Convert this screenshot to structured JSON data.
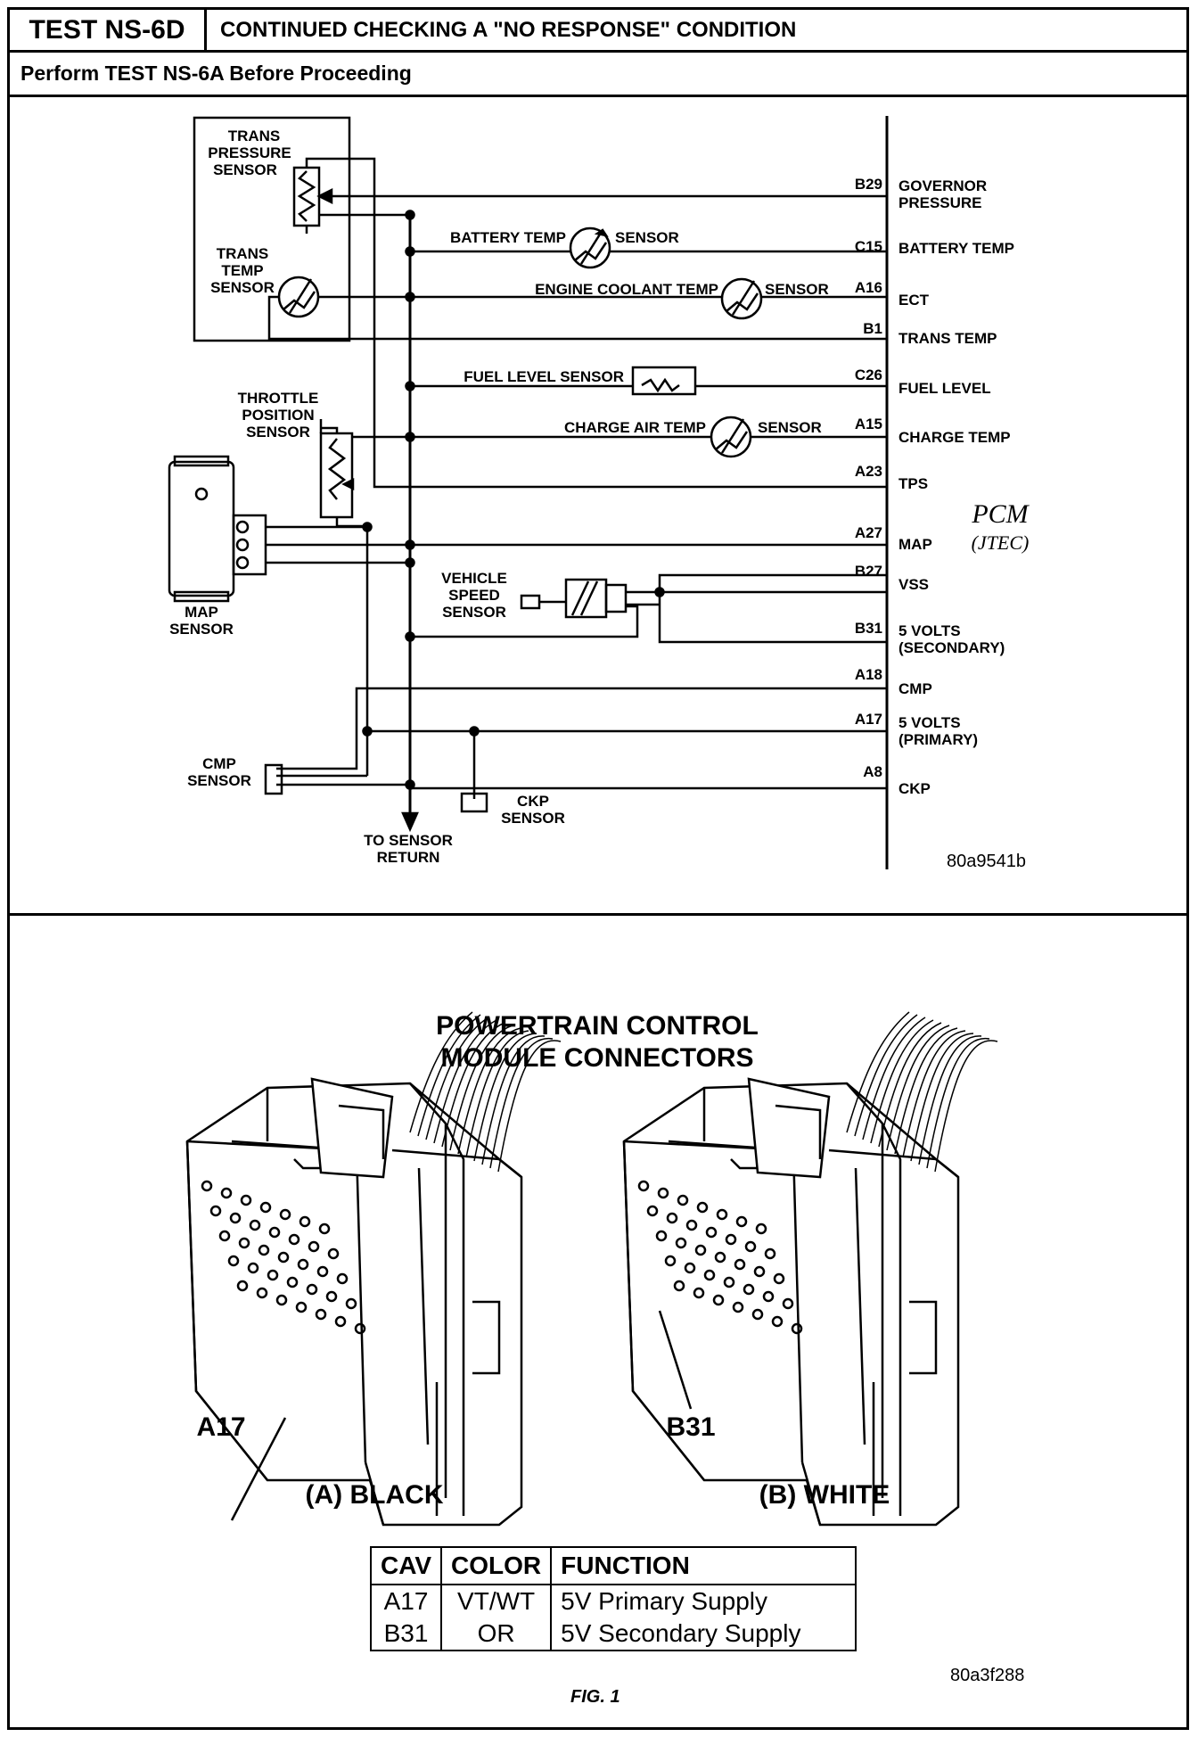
{
  "header": {
    "test_id": "TEST NS-6D",
    "title": "CONTINUED CHECKING A \"NO RESPONSE\" CONDITION",
    "prereq": "Perform TEST NS-6A Before Proceeding"
  },
  "schematic": {
    "sensors": {
      "trans_pressure": "TRANS PRESSURE SENSOR",
      "trans_temp": "TRANS TEMP SENSOR",
      "battery_temp": "BATTERY TEMP",
      "sensor_word": "SENSOR",
      "engine_coolant": "ENGINE COOLANT TEMP",
      "fuel_level": "FUEL LEVEL SENSOR",
      "throttle": "THROTTLE POSITION SENSOR",
      "charge_air": "CHARGE AIR TEMP",
      "map": "MAP SENSOR",
      "vss": "VEHICLE SPEED SENSOR",
      "cmp": "CMP SENSOR",
      "ckp": "CKP SENSOR",
      "return": "TO SENSOR RETURN"
    },
    "pins": [
      {
        "pin": "B29",
        "function": "GOVERNOR",
        "function2": "PRESSURE"
      },
      {
        "pin": "C15",
        "function": "BATTERY TEMP",
        "function2": ""
      },
      {
        "pin": "A16",
        "function": "ECT",
        "function2": ""
      },
      {
        "pin": "B1",
        "function": "TRANS TEMP",
        "function2": ""
      },
      {
        "pin": "C26",
        "function": "FUEL LEVEL",
        "function2": ""
      },
      {
        "pin": "A15",
        "function": "CHARGE TEMP",
        "function2": ""
      },
      {
        "pin": "A23",
        "function": "TPS",
        "function2": ""
      },
      {
        "pin": "A27",
        "function": "MAP",
        "function2": ""
      },
      {
        "pin": "B27",
        "function": "VSS",
        "function2": ""
      },
      {
        "pin": "B31",
        "function": "5 VOLTS",
        "function2": "(SECONDARY)"
      },
      {
        "pin": "A18",
        "function": "CMP",
        "function2": ""
      },
      {
        "pin": "A17",
        "function": "5 VOLTS",
        "function2": "(PRIMARY)"
      },
      {
        "pin": "A8",
        "function": "CKP",
        "function2": ""
      }
    ],
    "pcm_label": "PCM",
    "pcm_sub": "(JTEC)",
    "ref_id": "80a9541b"
  },
  "connectors": {
    "title_line1": "POWERTRAIN CONTROL",
    "title_line2": "MODULE CONNECTORS",
    "left_callout": "A17",
    "right_callout": "B31",
    "left_name": "(A) BLACK",
    "right_name": "(B) WHITE",
    "table": {
      "headers": [
        "CAV",
        "COLOR",
        "FUNCTION"
      ],
      "rows": [
        [
          "A17",
          "VT/WT",
          "5V Primary Supply"
        ],
        [
          "B31",
          "OR",
          "5V Secondary Supply"
        ]
      ]
    },
    "ref_id": "80a3f288",
    "fig_caption": "FIG. 1"
  }
}
